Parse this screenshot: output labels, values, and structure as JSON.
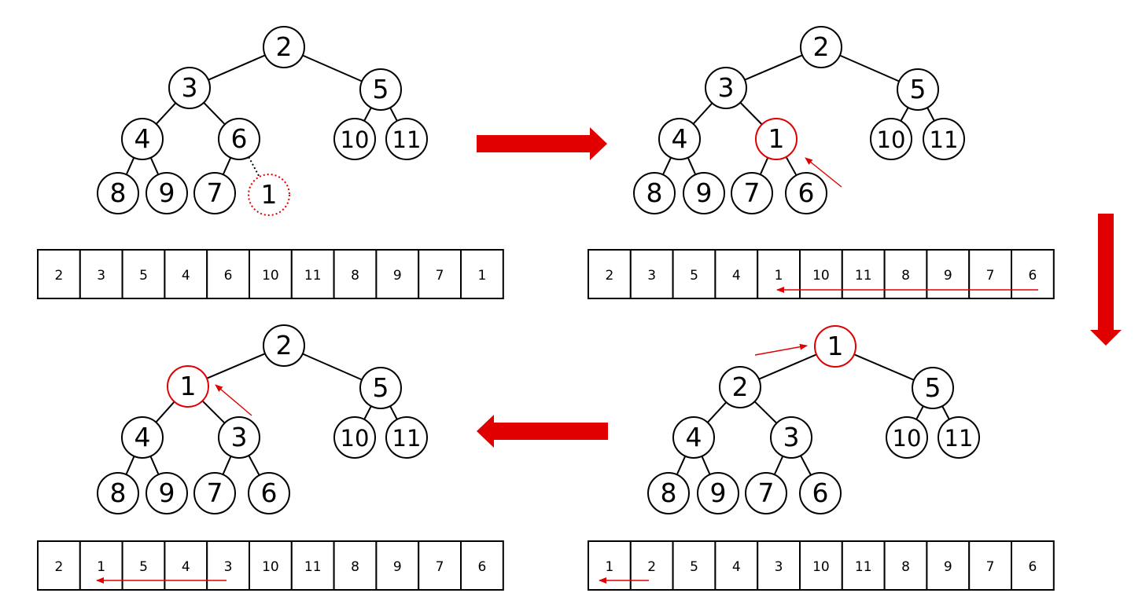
{
  "accent_color": "#e00000",
  "panels": [
    {
      "id": "step1",
      "nodes": [
        {
          "key": "a",
          "label": "2"
        },
        {
          "key": "b",
          "label": "3"
        },
        {
          "key": "c",
          "label": "5"
        },
        {
          "key": "d",
          "label": "4"
        },
        {
          "key": "e",
          "label": "6"
        },
        {
          "key": "f",
          "label": "10"
        },
        {
          "key": "g",
          "label": "11"
        },
        {
          "key": "h",
          "label": "8"
        },
        {
          "key": "i",
          "label": "9"
        },
        {
          "key": "j",
          "label": "7"
        },
        {
          "key": "k",
          "label": "1",
          "state": "inserted"
        }
      ],
      "array": [
        "2",
        "3",
        "5",
        "4",
        "6",
        "10",
        "11",
        "8",
        "9",
        "7",
        "1"
      ]
    },
    {
      "id": "step2",
      "nodes": [
        {
          "key": "a",
          "label": "2"
        },
        {
          "key": "b",
          "label": "3"
        },
        {
          "key": "c",
          "label": "5"
        },
        {
          "key": "d",
          "label": "4"
        },
        {
          "key": "e",
          "label": "1",
          "state": "moved"
        },
        {
          "key": "f",
          "label": "10"
        },
        {
          "key": "g",
          "label": "11"
        },
        {
          "key": "h",
          "label": "8"
        },
        {
          "key": "i",
          "label": "9"
        },
        {
          "key": "j",
          "label": "7"
        },
        {
          "key": "k",
          "label": "6"
        }
      ],
      "array": [
        "2",
        "3",
        "5",
        "4",
        "1",
        "10",
        "11",
        "8",
        "9",
        "7",
        "6"
      ]
    },
    {
      "id": "step3",
      "nodes": [
        {
          "key": "a",
          "label": "2"
        },
        {
          "key": "b",
          "label": "1",
          "state": "moved"
        },
        {
          "key": "c",
          "label": "5"
        },
        {
          "key": "d",
          "label": "4"
        },
        {
          "key": "e",
          "label": "3"
        },
        {
          "key": "f",
          "label": "10"
        },
        {
          "key": "g",
          "label": "11"
        },
        {
          "key": "h",
          "label": "8"
        },
        {
          "key": "i",
          "label": "9"
        },
        {
          "key": "j",
          "label": "7"
        },
        {
          "key": "k",
          "label": "6"
        }
      ],
      "array": [
        "2",
        "1",
        "5",
        "4",
        "3",
        "10",
        "11",
        "8",
        "9",
        "7",
        "6"
      ]
    },
    {
      "id": "step4",
      "nodes": [
        {
          "key": "a",
          "label": "1",
          "state": "moved"
        },
        {
          "key": "b",
          "label": "2"
        },
        {
          "key": "c",
          "label": "5"
        },
        {
          "key": "d",
          "label": "4"
        },
        {
          "key": "e",
          "label": "3"
        },
        {
          "key": "f",
          "label": "10"
        },
        {
          "key": "g",
          "label": "11"
        },
        {
          "key": "h",
          "label": "8"
        },
        {
          "key": "i",
          "label": "9"
        },
        {
          "key": "j",
          "label": "7"
        },
        {
          "key": "k",
          "label": "6"
        }
      ],
      "array": [
        "1",
        "2",
        "5",
        "4",
        "3",
        "10",
        "11",
        "8",
        "9",
        "7",
        "6"
      ]
    }
  ]
}
